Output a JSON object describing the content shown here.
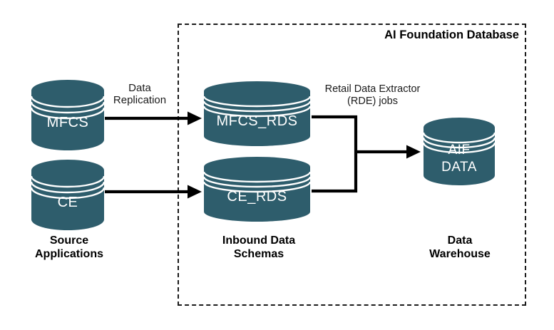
{
  "diagram": {
    "container_title": "AI Foundation Database",
    "cylinders": {
      "mfcs": {
        "label": "MFCS"
      },
      "ce": {
        "label": "CE"
      },
      "mfcs_rds": {
        "label": "MFCS_RDS"
      },
      "ce_rds": {
        "label": "CE_RDS"
      },
      "aif_data": {
        "label": "AIF\nDATA"
      }
    },
    "edge_labels": {
      "data_replication": "Data\nReplication",
      "rde_jobs": "Retail Data Extractor\n(RDE) jobs"
    },
    "group_labels": {
      "source": "Source\nApplications",
      "inbound": "Inbound Data\nSchemas",
      "warehouse": "Data\nWarehouse"
    },
    "colors": {
      "cylinder": "#2E5D6C",
      "disk_line": "#FFFFFF",
      "connector": "#000000",
      "dashed_border": "#1B1B1B",
      "text_dark": "#1A1A1A",
      "text_light": "#FFFFFF"
    }
  }
}
